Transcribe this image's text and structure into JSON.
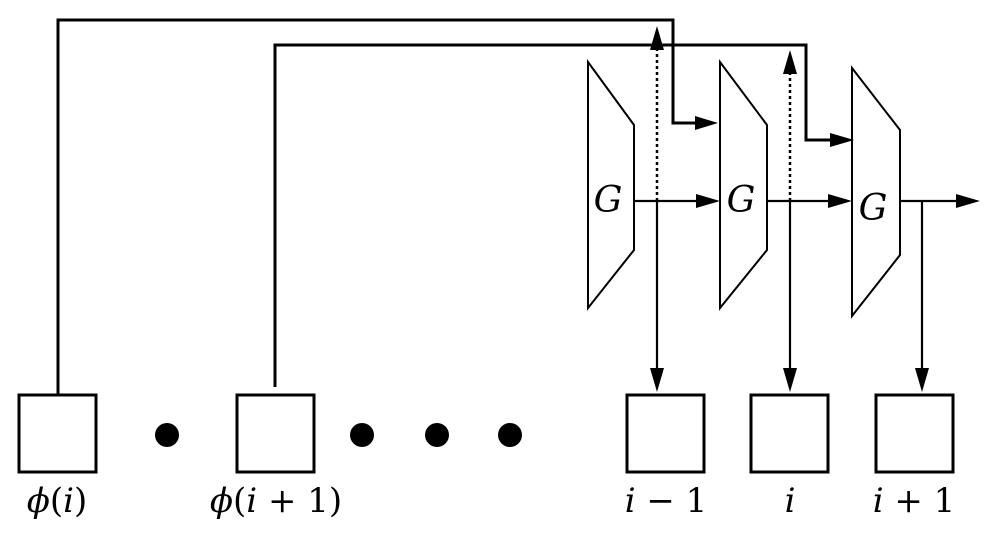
{
  "gates": [
    {
      "label": "G"
    },
    {
      "label": "G"
    },
    {
      "label": "G"
    }
  ],
  "labels": {
    "phi_i": {
      "fn": "ϕ",
      "open": "(",
      "var": "i",
      "rest": ")"
    },
    "phi_i1": {
      "fn": "ϕ",
      "open": "(",
      "var": "i",
      "rest": " + 1)"
    },
    "i_minus_1": {
      "var": "i",
      "rest": " − 1"
    },
    "i": {
      "var": "i",
      "rest": ""
    },
    "i_plus_1": {
      "var": "i",
      "rest": " + 1"
    }
  },
  "ellipsis_dot_count": 4
}
